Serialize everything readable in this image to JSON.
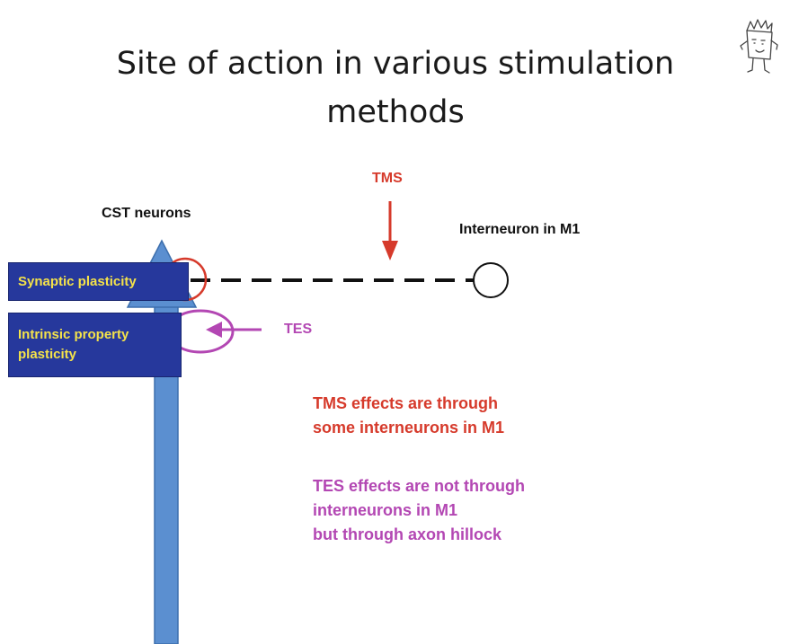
{
  "slide": {
    "title_line1": "Site of action in various stimulation",
    "title_line2": "methods"
  },
  "labels": {
    "tms": "TMS",
    "cst_neurons": "CST neurons",
    "interneuron": "Interneuron in M1",
    "tes": "TES"
  },
  "boxes": {
    "synaptic": "Synaptic plasticity",
    "intrinsic_line1": "Intrinsic property",
    "intrinsic_line2": "plasticity"
  },
  "notes": {
    "tms_line1": "TMS effects are through",
    "tms_line2": "some interneurons in M1",
    "tes_line1": "TES effects are not through",
    "tes_line2": "interneurons in M1",
    "tes_line3": "but through axon hillock"
  },
  "icons": {
    "mascot": "cartoon-character-icon"
  },
  "colors": {
    "tms": "#d63a2b",
    "tes": "#b347b3",
    "neuron": "#5b8fd0",
    "box_bg": "#26389c",
    "box_text": "#f4e24a"
  }
}
